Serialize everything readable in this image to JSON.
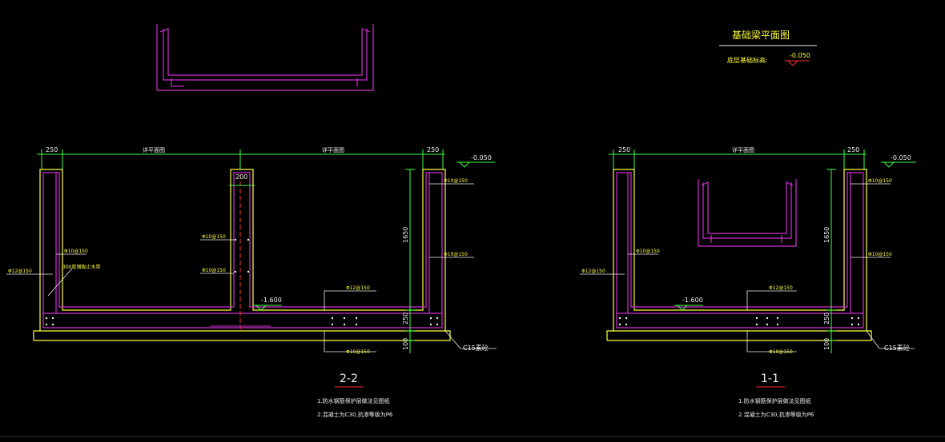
{
  "title": "基础梁平面图",
  "base_level_label": "底层基础标高:",
  "base_level_value": "-0.050",
  "top_level": "-0.050",
  "inner_level": "-1.600",
  "dims": {
    "d250": "250",
    "d200": "200",
    "d1650": "1650",
    "d250v": "250",
    "d100": "100"
  },
  "dim_texts": {
    "left_span": "详平面图",
    "right_span": "详平面图",
    "single_span": "详平面图"
  },
  "rebar": {
    "r1": "Φ10@150",
    "r2": "Φ10@150",
    "r3": "Φ12@150",
    "r4": "Φ10@150",
    "r5": "Φ12@150",
    "r6": "Φ10@150",
    "r7": "Φ10@150",
    "waterstop": "300厚钢板止水带"
  },
  "cushion": "C15素砼",
  "section_22": "2-2",
  "section_11": "1-1",
  "notes": [
    "1.防水钢筋保护层做法见图纸",
    "2.混凝土为C30,抗渗等级为P6"
  ]
}
